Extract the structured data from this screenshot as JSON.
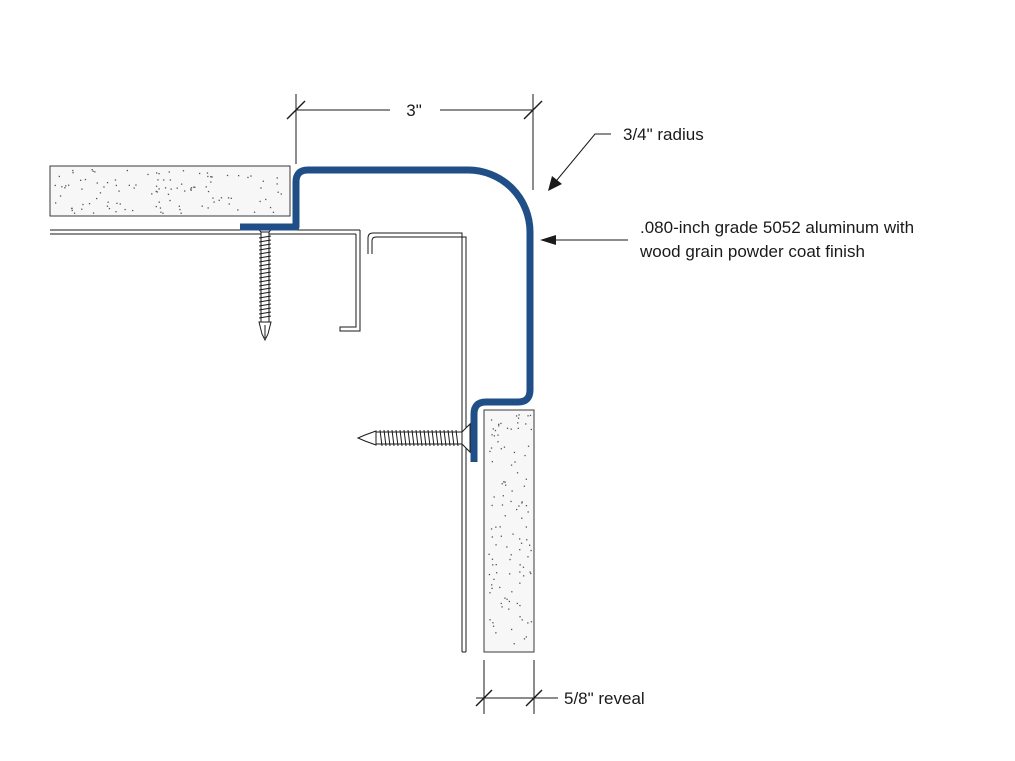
{
  "annotations": {
    "width_dim": "3\"",
    "radius": "3/4\" radius",
    "material_line1": ".080-inch grade 5052 aluminum with",
    "material_line2": "wood grain powder coat finish",
    "reveal": "5/8\" reveal"
  },
  "colors": {
    "trim": "#1f4f86",
    "line": "#1a1a1a",
    "board_fill": "#f7f7f7"
  }
}
